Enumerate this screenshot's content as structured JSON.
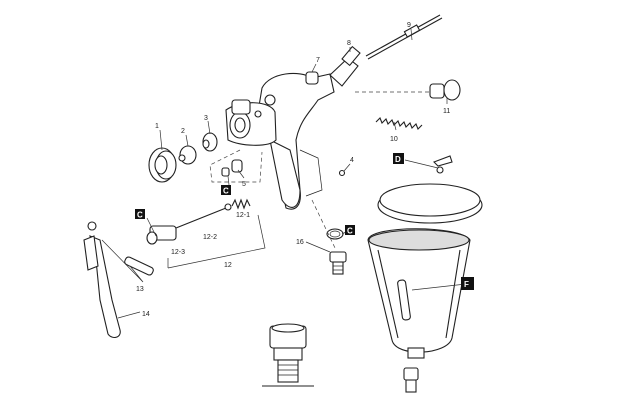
{
  "diagram": {
    "part_labels": {
      "p1": "1",
      "p2": "2",
      "p3": "3",
      "p4": "4",
      "p5": "5",
      "p7": "7",
      "p8": "8",
      "p9": "9",
      "p10": "10",
      "p11": "11",
      "p12": "12",
      "p12_1": "12-1",
      "p12_2": "12-2",
      "p12_3": "12-3",
      "p13": "13",
      "p14": "14",
      "p16": "16"
    },
    "callouts": {
      "c1": "C",
      "c2": "C",
      "c3": "C",
      "d": "D",
      "f": "F"
    }
  }
}
